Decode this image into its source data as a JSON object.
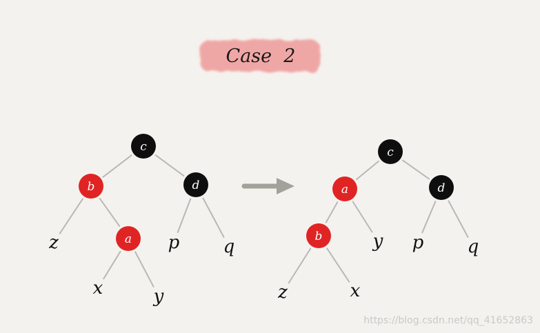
{
  "title": "Case  2",
  "watermark": "https://blog.csdn.net/qq_41652863",
  "colors": {
    "red": "#e02424",
    "black": "#0e0e0e",
    "edge": "#b8b8b6",
    "title_bg": "#ef9a9a",
    "arrow": "#a2a29a",
    "background": "#f4f2ee"
  },
  "trees": {
    "before": {
      "nodes": [
        {
          "id": "c",
          "label": "c",
          "color": "black"
        },
        {
          "id": "b",
          "label": "b",
          "color": "red"
        },
        {
          "id": "d",
          "label": "d",
          "color": "black"
        },
        {
          "id": "a",
          "label": "a",
          "color": "red"
        }
      ],
      "leaves": [
        {
          "id": "z",
          "label": "z"
        },
        {
          "id": "x",
          "label": "x"
        },
        {
          "id": "y",
          "label": "y"
        },
        {
          "id": "p",
          "label": "p"
        },
        {
          "id": "q",
          "label": "q"
        }
      ],
      "edges": [
        [
          "c",
          "b"
        ],
        [
          "c",
          "d"
        ],
        [
          "b",
          "z"
        ],
        [
          "b",
          "a"
        ],
        [
          "a",
          "x"
        ],
        [
          "a",
          "y"
        ],
        [
          "d",
          "p"
        ],
        [
          "d",
          "q"
        ]
      ]
    },
    "after": {
      "nodes": [
        {
          "id": "c",
          "label": "c",
          "color": "black"
        },
        {
          "id": "a",
          "label": "a",
          "color": "red"
        },
        {
          "id": "d",
          "label": "d",
          "color": "black"
        },
        {
          "id": "b",
          "label": "b",
          "color": "red"
        }
      ],
      "leaves": [
        {
          "id": "z",
          "label": "z"
        },
        {
          "id": "x",
          "label": "x"
        },
        {
          "id": "y",
          "label": "y"
        },
        {
          "id": "p",
          "label": "p"
        },
        {
          "id": "q",
          "label": "q"
        }
      ],
      "edges": [
        [
          "c",
          "a"
        ],
        [
          "c",
          "d"
        ],
        [
          "a",
          "b"
        ],
        [
          "a",
          "y"
        ],
        [
          "b",
          "z"
        ],
        [
          "b",
          "x"
        ],
        [
          "d",
          "p"
        ],
        [
          "d",
          "q"
        ]
      ]
    }
  }
}
